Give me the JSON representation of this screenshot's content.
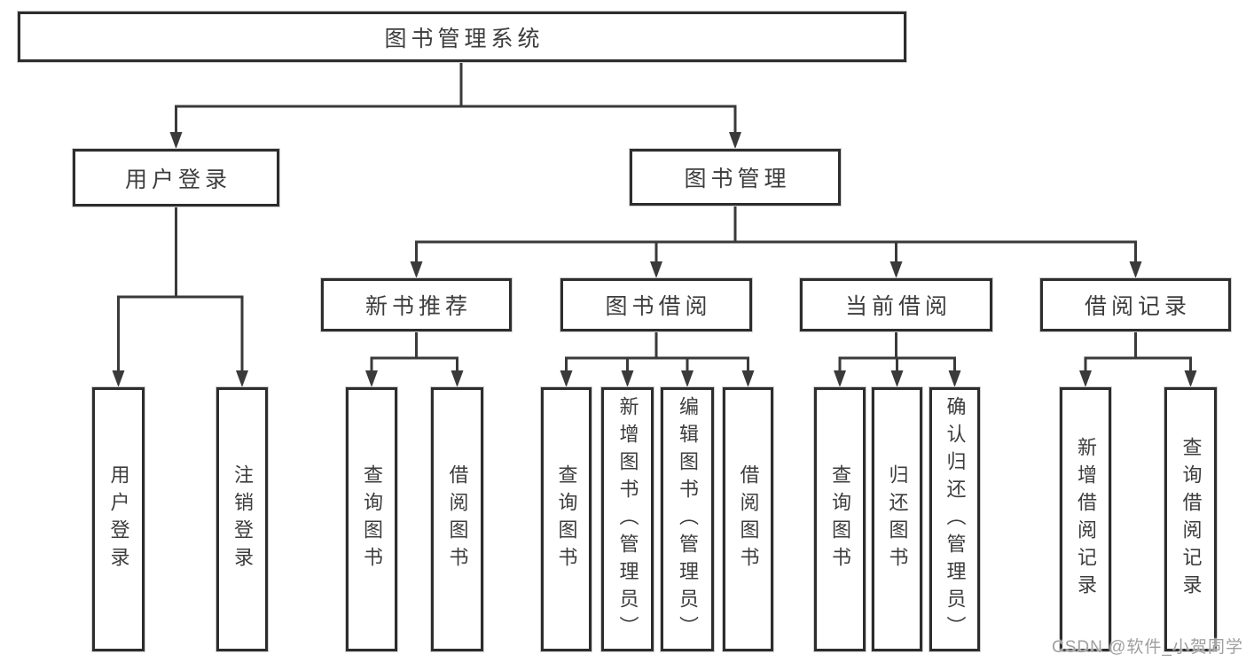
{
  "nodes": {
    "root": "图书管理系统",
    "user_login": "用户登录",
    "book_management": "图书管理",
    "new_book_recommendation": "新书推荐",
    "book_borrowing": "图书借阅",
    "current_borrowing": "当前借阅",
    "borrowing_records": "借阅记录"
  },
  "leaves": {
    "user_login": "用户登录",
    "logout": "注销登录",
    "recommend_query_book": "查询图书",
    "recommend_borrow_book": "借阅图书",
    "borrow_query_book": "查询图书",
    "borrow_add_book": "新增图书（管理员）",
    "borrow_edit_book": "编辑图书（管理员）",
    "borrow_borrow_book": "借阅图书",
    "current_query_book": "查询图书",
    "current_return_book": "归还图书",
    "current_confirm_return": "确认归还（管理员）",
    "records_add_record": "新增借阅记录",
    "records_query_record": "查询借阅记录"
  },
  "hierarchy": {
    "图书管理系统": {
      "用户登录": [
        "用户登录",
        "注销登录"
      ],
      "图书管理": {
        "新书推荐": [
          "查询图书",
          "借阅图书"
        ],
        "图书借阅": [
          "查询图书",
          "新增图书（管理员）",
          "编辑图书（管理员）",
          "借阅图书"
        ],
        "当前借阅": [
          "查询图书",
          "归还图书",
          "确认归还（管理员）"
        ],
        "借阅记录": [
          "新增借阅记录",
          "查询借阅记录"
        ]
      }
    }
  },
  "watermark": "CSDN @软件_小贺同学",
  "colors": {
    "line": "#3a3a3a",
    "box_border": "#2d2d2d",
    "text": "#3d3d3d",
    "watermark": "#9f9f9f",
    "background": "#ffffff"
  }
}
